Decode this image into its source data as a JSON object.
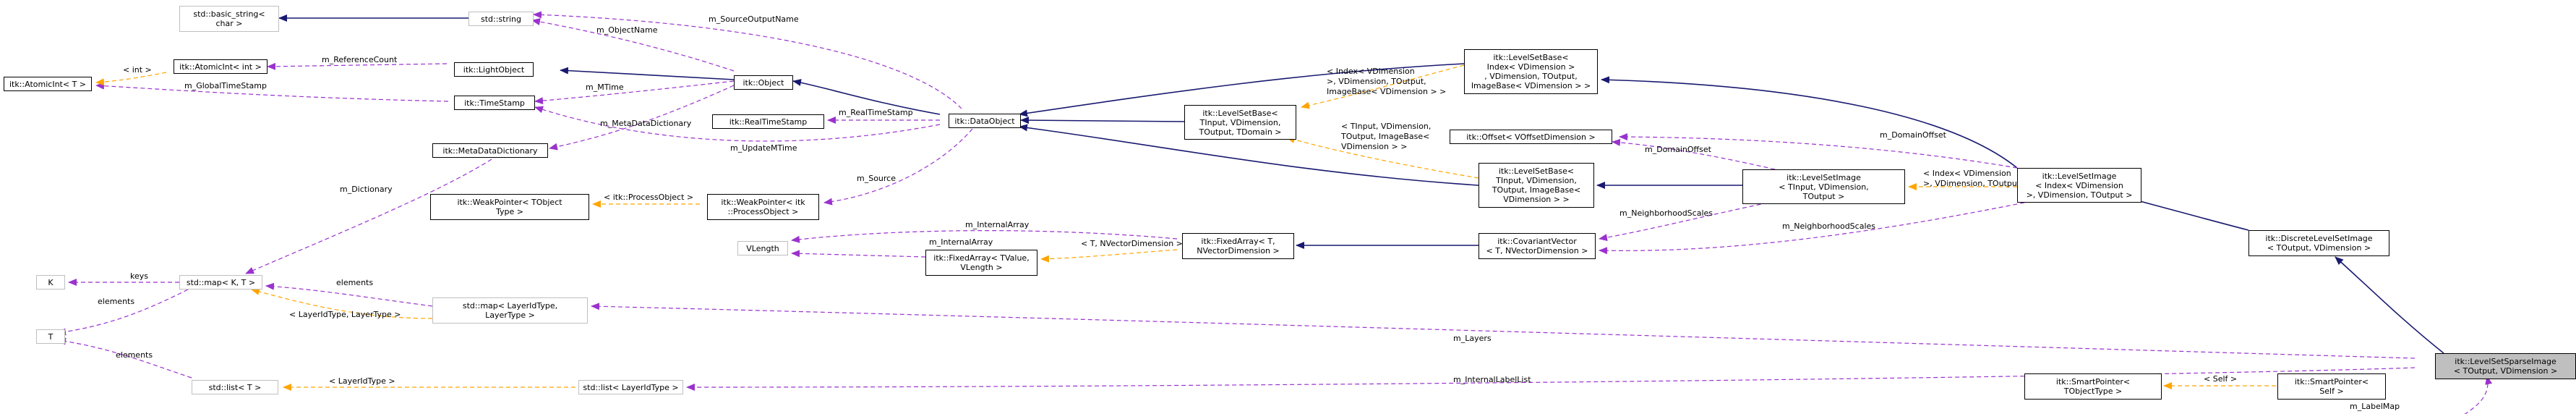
{
  "nodes": {
    "basic_string": "std::basic_string<\n char >",
    "std_string": "std::string",
    "atomicint_int": "itk::AtomicInt< int >",
    "lightobject": "itk::LightObject",
    "atomicint_t": "itk::AtomicInt< T >",
    "object": "itk::Object",
    "timestamp": "itk::TimeStamp",
    "realtimestamp": "itk::RealTimeStamp",
    "dataobject": "itk::DataObject",
    "metadatadictionary": "itk::MetaDataDictionary",
    "weakpointer_tobject": "itk::WeakPointer< TObject\n Type >",
    "weakpointer_processobject": "itk::WeakPointer< itk\n::ProcessObject >",
    "k": "K",
    "std_map_kt": "std::map< K, T >",
    "t": "T",
    "std_list_t": "std::list< T >",
    "std_map_layer": "std::map< LayerIdType,\n LayerType >",
    "std_list_layerid": "std::list< LayerIdType >",
    "vlength": "VLength",
    "fixedarray_tvalue": "itk::FixedArray< TValue,\n VLength >",
    "fixedarray_t": "itk::FixedArray< T,\n NVectorDimension >",
    "covariantvector": "itk::CovariantVector\n< T, NVectorDimension >",
    "levelsetbase_tinput": "itk::LevelSetBase<\n TInput, VDimension,\n TOutput, TDomain >",
    "levelsetbase_index": "itk::LevelSetBase<\n Index< VDimension >\n, VDimension, TOutput,\n ImageBase< VDimension > >",
    "levelsetbase_tinput_image": "itk::LevelSetBase<\n TInput, VDimension,\n TOutput, ImageBase<\n VDimension > >",
    "offset": "itk::Offset< VOffsetDimension >",
    "levelsetimage_tinput": "itk::LevelSetImage\n< TInput, VDimension,\n TOutput >",
    "levelsetimage_index": "itk::LevelSetImage\n< Index< VDimension\n >, VDimension, TOutput >",
    "discretelevelsetimage": "itk::DiscreteLevelSetImage\n< TOutput, VDimension >",
    "levelsetsparseimage": "itk::LevelSetSparseImage\n< TOutput, VDimension >",
    "smartpointer_tobject": "itk::SmartPointer<\n TObjectType >",
    "smartpointer_self": "itk::SmartPointer<\n Self >"
  },
  "edge_labels": {
    "m_objectname": "m_ObjectName",
    "m_sourceoutputname": "m_SourceOutputName",
    "m_referencecount": "m_ReferenceCount",
    "int_template": "< int >",
    "m_mtime": "m_MTime",
    "m_globaltimestamp": "m_GlobalTimeStamp",
    "m_realtimestamp": "m_RealTimeStamp",
    "m_metadatadictionary": "m_MetaDataDictionary",
    "m_updatemtime": "m_UpdateMTime",
    "m_source": "m_Source",
    "m_dictionary": "m_Dictionary",
    "processobject_template": "< itk::ProcessObject >",
    "keys": "keys",
    "elements_t": "elements",
    "elements_map": "elements",
    "layeridtype_layertype": "< LayerIdType, LayerType >",
    "elements_list": "elements",
    "layeridtype": "< LayerIdType >",
    "m_internalarray_top": "m_InternalArray",
    "m_internalarray_mid": "m_InternalArray",
    "t_nvector_template": "< T, NVectorDimension >",
    "index_template": "< Index< VDimension\n>, VDimension, TOutput,\nImageBase< VDimension > >",
    "tinput_template": "< TInput, VDimension,\nTOutput, ImageBase<\nVDimension > >",
    "m_domainoffset_top": "m_DomainOffset",
    "m_domainoffset_mid": "m_DomainOffset",
    "m_neighborhoodscales_mid": "m_NeighborhoodScales",
    "m_neighborhoodscales_bot": "m_NeighborhoodScales",
    "index_vdim_template": "< Index< VDimension\n>, VDimension, TOutput >",
    "m_layers": "m_Layers",
    "m_internallabellist": "m_InternalLabelList",
    "self_template": "< Self >",
    "m_labelmap": "m_LabelMap"
  },
  "colors": {
    "inherit": "#191970",
    "usage": "#9a32cd",
    "template": "#ffa500",
    "muted_border": "#bfbfbf",
    "focus_fill": "#bfbfbf"
  }
}
